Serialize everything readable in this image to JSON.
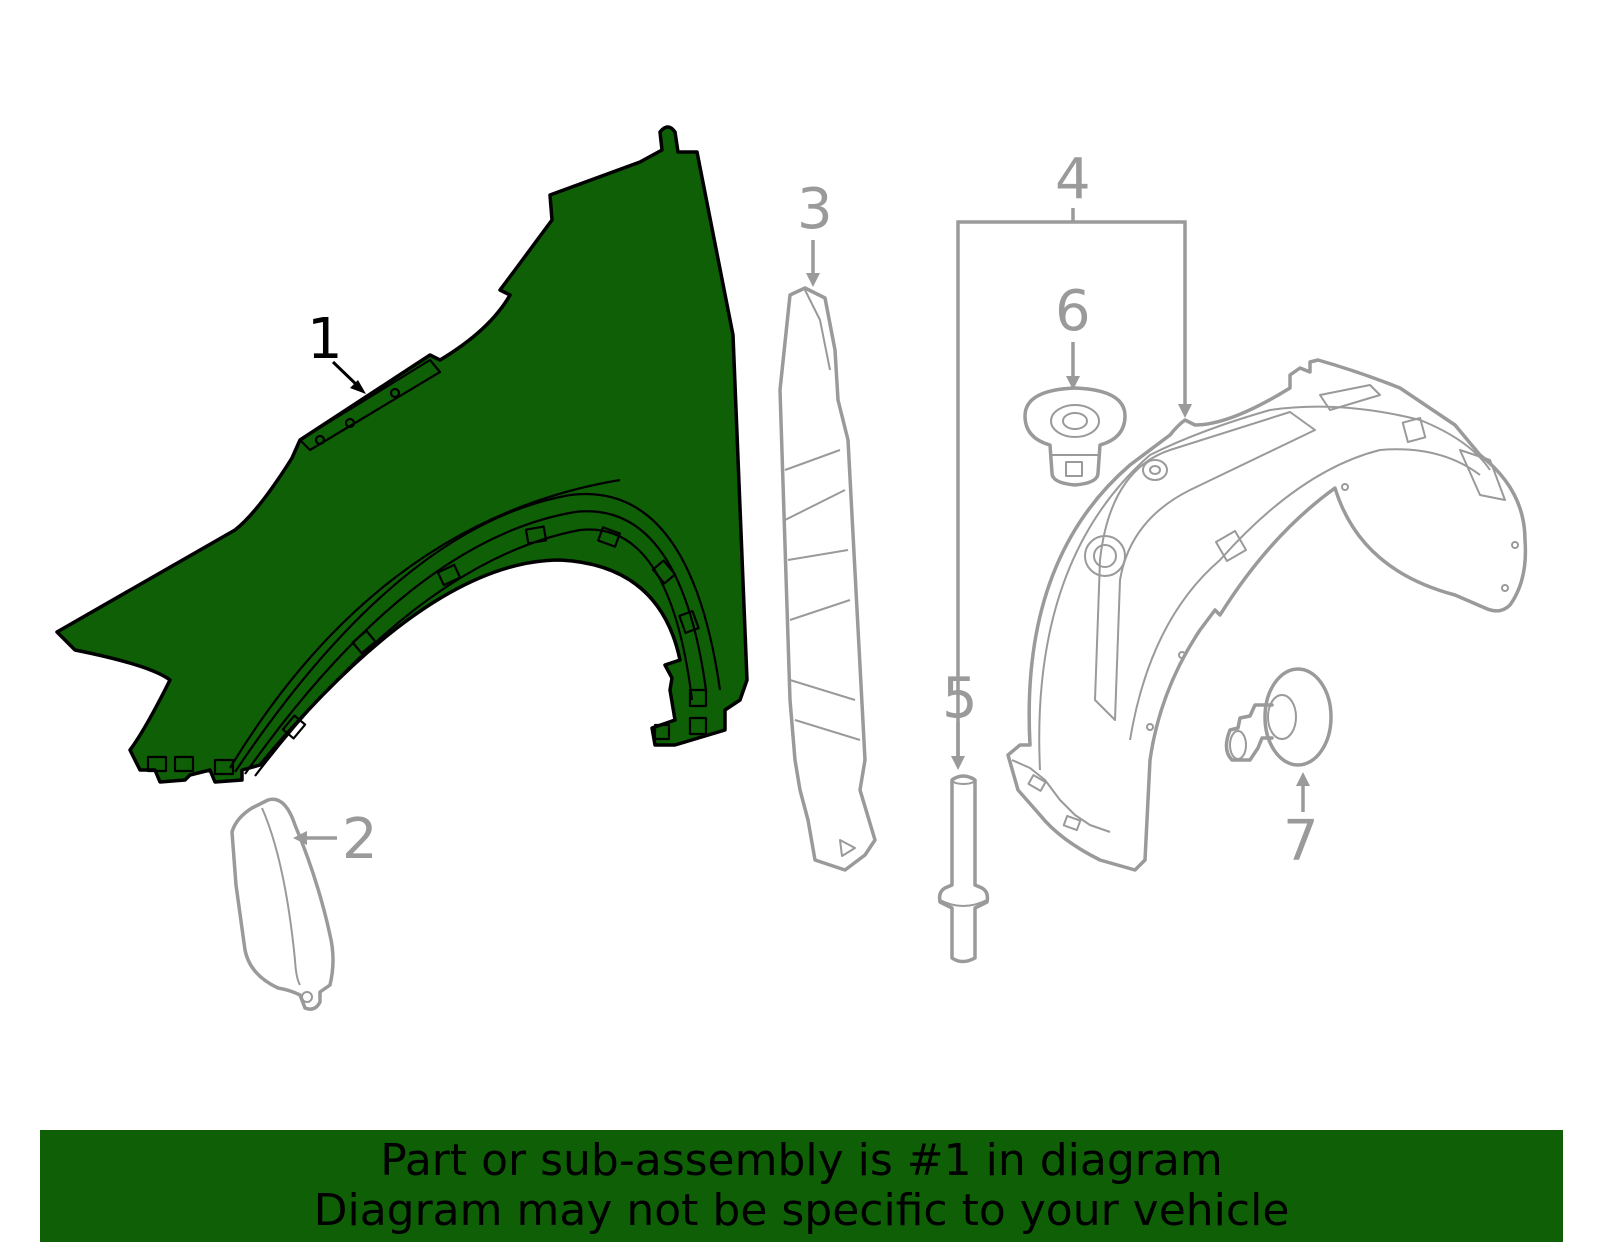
{
  "callouts": {
    "part_1": "1",
    "part_2": "2",
    "part_3": "3",
    "part_4": "4",
    "part_5": "5",
    "part_6": "6",
    "part_7": "7"
  },
  "highlight_color": "#0f5f07",
  "muted_color": "#9a9a9a",
  "banner": {
    "line1": "Part or sub-assembly is #1 in diagram",
    "line2": "Diagram may not be specific to your vehicle"
  }
}
